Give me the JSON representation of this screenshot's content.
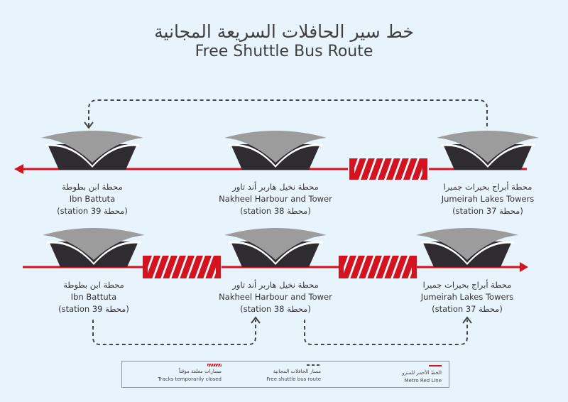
{
  "title": {
    "arabic": "خط سير الحافلات السريعة المجانية",
    "english": "Free Shuttle Bus Route"
  },
  "colors": {
    "background": "#e8f4fc",
    "metro_red": "#d7121f",
    "station_dark": "#2f2c31",
    "station_light": "#9c9c9c",
    "dashed_route": "#444444"
  },
  "rows": [
    {
      "direction": "westbound (arrow left)",
      "stations": [
        {
          "arabic": "محطة ابن بطوطة",
          "english": "Ibn Battuta",
          "number": "(station 39 محطة)"
        },
        {
          "arabic": "محطة نخيل هاربر أند تاور",
          "english": "Nakheel Harbour and Tower",
          "number": "(station 38 محطة)"
        },
        {
          "arabic": "محطة أبراج بحيرات جميرا",
          "english": "Jumeirah Lakes Towers",
          "number": "(station 37 محطة)"
        }
      ],
      "closed_segment": "between Nakheel Harbour and Tower and Jumeirah Lakes Towers",
      "shuttle": "Jumeirah Lakes Towers → Ibn Battuta"
    },
    {
      "direction": "eastbound (arrow right)",
      "stations": [
        {
          "arabic": "محطة ابن بطوطة",
          "english": "Ibn Battuta",
          "number": "(station 39 محطة)"
        },
        {
          "arabic": "محطة نخيل هاربر أند تاور",
          "english": "Nakheel Harbour and Tower",
          "number": "(station 38 محطة)"
        },
        {
          "arabic": "محطة أبراج بحيرات جميرا",
          "english": "Jumeirah Lakes Towers",
          "number": "(station 37 محطة)"
        }
      ],
      "closed_segment": "between Ibn Battuta and Nakheel Harbour and Tower; and between Nakheel Harbour and Tower and Jumeirah Lakes Towers",
      "shuttle": "Ibn Battuta → Nakheel Harbour and Tower; Nakheel Harbour and Tower → Jumeirah Lakes Towers"
    }
  ],
  "legend": {
    "closed": {
      "arabic": "مسارات مغلقة مؤقتاً",
      "english": "Tracks temporarily closed"
    },
    "shuttle": {
      "arabic": "مسار الحافلات المجانية",
      "english": "Free shuttle bus route"
    },
    "metro": {
      "arabic": "الخط الأحمر للمترو",
      "english": "Metro Red Line"
    }
  }
}
